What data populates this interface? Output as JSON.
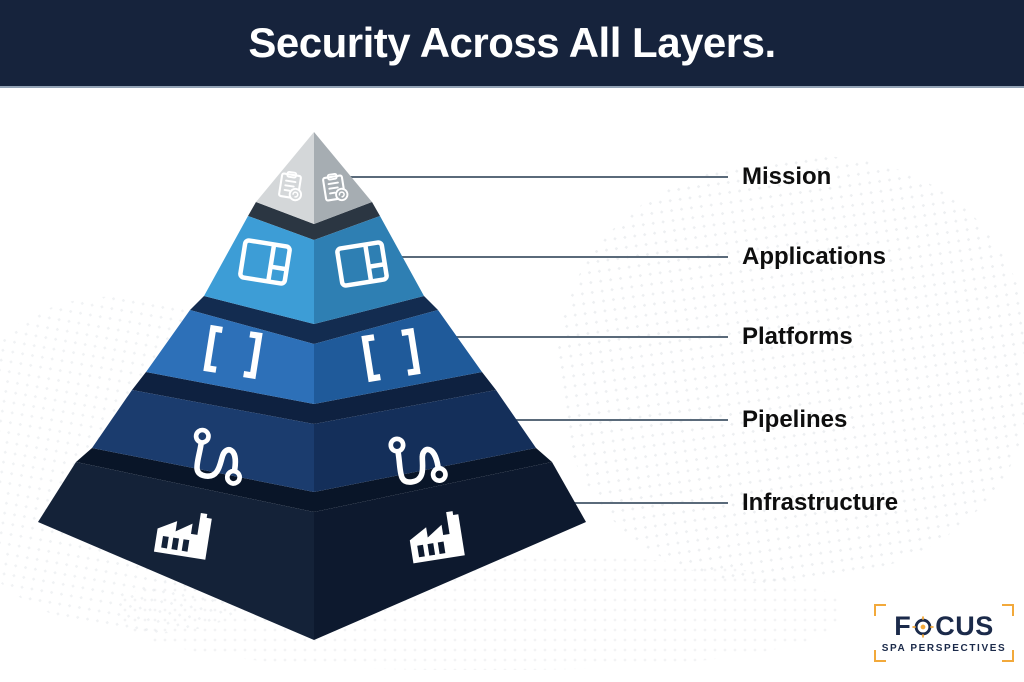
{
  "header": {
    "title": "Security Across All Layers.",
    "bg_color": "#16233c"
  },
  "pyramid": {
    "connector_color": "#5a6a7a",
    "layers": [
      {
        "label": "Mission",
        "icon": "clipboard-sync-icon",
        "left_color": "#d4d7d9",
        "right_color": "#a6adb2"
      },
      {
        "label": "Applications",
        "icon": "app-window-icon",
        "left_color": "#3d9dd6",
        "right_color": "#2e7fb3"
      },
      {
        "label": "Platforms",
        "icon": "code-brackets-icon",
        "left_color": "#2d70b8",
        "right_color": "#1f5a9a"
      },
      {
        "label": "Pipelines",
        "icon": "pipeline-icon",
        "left_color": "#1b3c6e",
        "right_color": "#142f5a"
      },
      {
        "label": "Infrastructure",
        "icon": "factory-icon",
        "left_color": "#142238",
        "right_color": "#0d192e"
      }
    ],
    "gap_colors": [
      "#2b3642",
      "#132c50",
      "#0e2140",
      "#091528"
    ]
  },
  "logo": {
    "brand_prefix": "F",
    "brand_suffix": "CUS",
    "tagline": "SPA PERSPECTIVES",
    "accent_color": "#f2a93b",
    "navy_color": "#1b2a4a"
  }
}
